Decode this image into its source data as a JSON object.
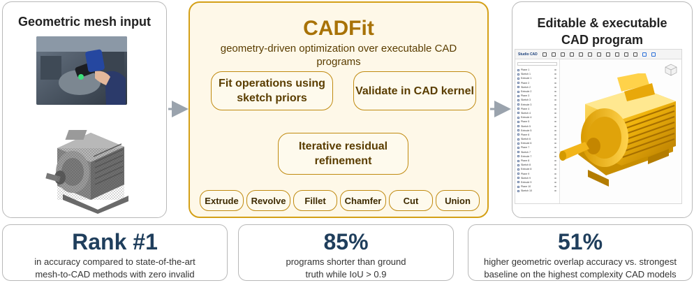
{
  "input_panel": {
    "title": "Geometric mesh input"
  },
  "method_panel": {
    "title": "CADFit",
    "subtitle": "geometry-driven optimization over executable CAD programs",
    "steps": {
      "fit": "Fit operations using sketch priors",
      "validate": "Validate in CAD kernel",
      "refine": "Iterative residual refinement"
    },
    "operations": [
      "Extrude",
      "Revolve",
      "Fillet",
      "Chamfer",
      "Cut",
      "Union"
    ]
  },
  "output_panel": {
    "title": "Editable & executable CAD program",
    "app": {
      "brand": "Studio CAD",
      "tree": [
        "Plane 1",
        "Sketch 1",
        "Extrude 1",
        "Plane 2",
        "Sketch 2",
        "Extrude 2",
        "Plane 3",
        "Sketch 3",
        "Extrude 3",
        "Plane 4",
        "Sketch 4",
        "Extrude 4",
        "Plane 5",
        "Sketch 5",
        "Extrude 5",
        "Plane 6",
        "Sketch 6",
        "Extrude 6",
        "Plane 7",
        "Sketch 7",
        "Extrude 7",
        "Plane 8",
        "Sketch 8",
        "Extrude 8",
        "Plane 9",
        "Sketch 9",
        "Extrude 9",
        "Plane 10",
        "Sketch 10"
      ]
    }
  },
  "stats": [
    {
      "value": "Rank #1",
      "desc": "in accuracy compared to state-of-the-art mesh-to-CAD methods with zero invalid programs."
    },
    {
      "value": "85%",
      "desc": "programs shorter than ground truth while IoU > 0.9"
    },
    {
      "value": "51%",
      "desc": "higher geometric overlap accuracy vs. strongest baseline on the highest complexity CAD models"
    }
  ],
  "colors": {
    "accent": "#d4a017",
    "accent_text": "#a87206",
    "stat_value": "#1f3e5c",
    "arrow_gray": "#9aa3ad"
  }
}
